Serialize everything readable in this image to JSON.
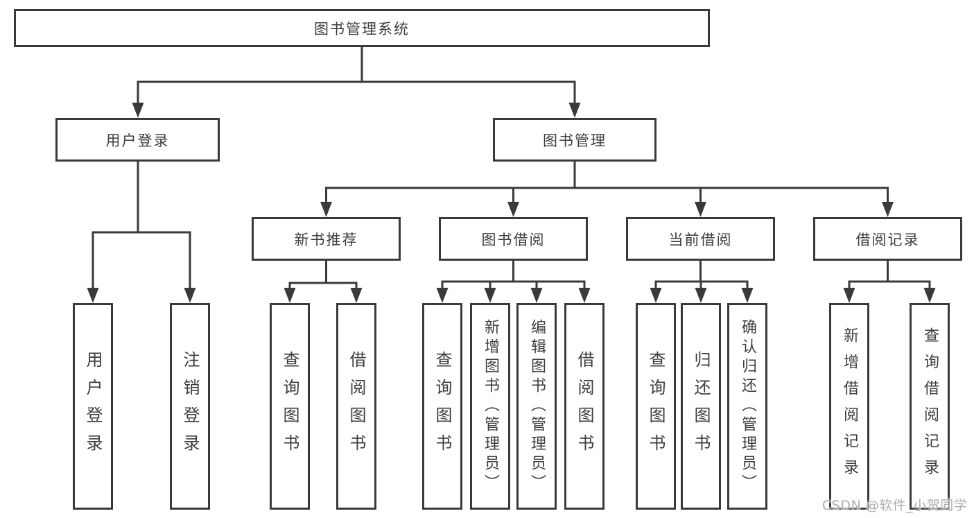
{
  "diagram": {
    "title": "图书管理系统",
    "root": {
      "label": "图书管理系统"
    },
    "level2": {
      "user_login": {
        "label": "用户登录"
      },
      "book_management": {
        "label": "图书管理"
      }
    },
    "level3": {
      "new_book_recommend": {
        "label": "新书推荐"
      },
      "book_borrowing": {
        "label": "图书借阅"
      },
      "current_borrowing": {
        "label": "当前借阅"
      },
      "borrowing_records": {
        "label": "借阅记录"
      }
    },
    "leaves": {
      "user_login": [
        "用户登录",
        "注销登录"
      ],
      "new_book_recommend": [
        "查询图书",
        "借阅图书"
      ],
      "book_borrowing": [
        "查询图书",
        "新增图书（管理员）",
        "编辑图书（管理员）",
        "借阅图书"
      ],
      "current_borrowing": [
        "查询图书",
        "归还图书",
        "确认归还（管理员）"
      ],
      "borrowing_records": [
        "新增借阅记录",
        "查询借阅记录"
      ]
    }
  },
  "watermark": "CSDN @软件_小贺同学",
  "colors": {
    "line": "#3a3a3a",
    "text": "#3d3d3d",
    "watermark": "#adadad",
    "background": "#ffffff"
  }
}
